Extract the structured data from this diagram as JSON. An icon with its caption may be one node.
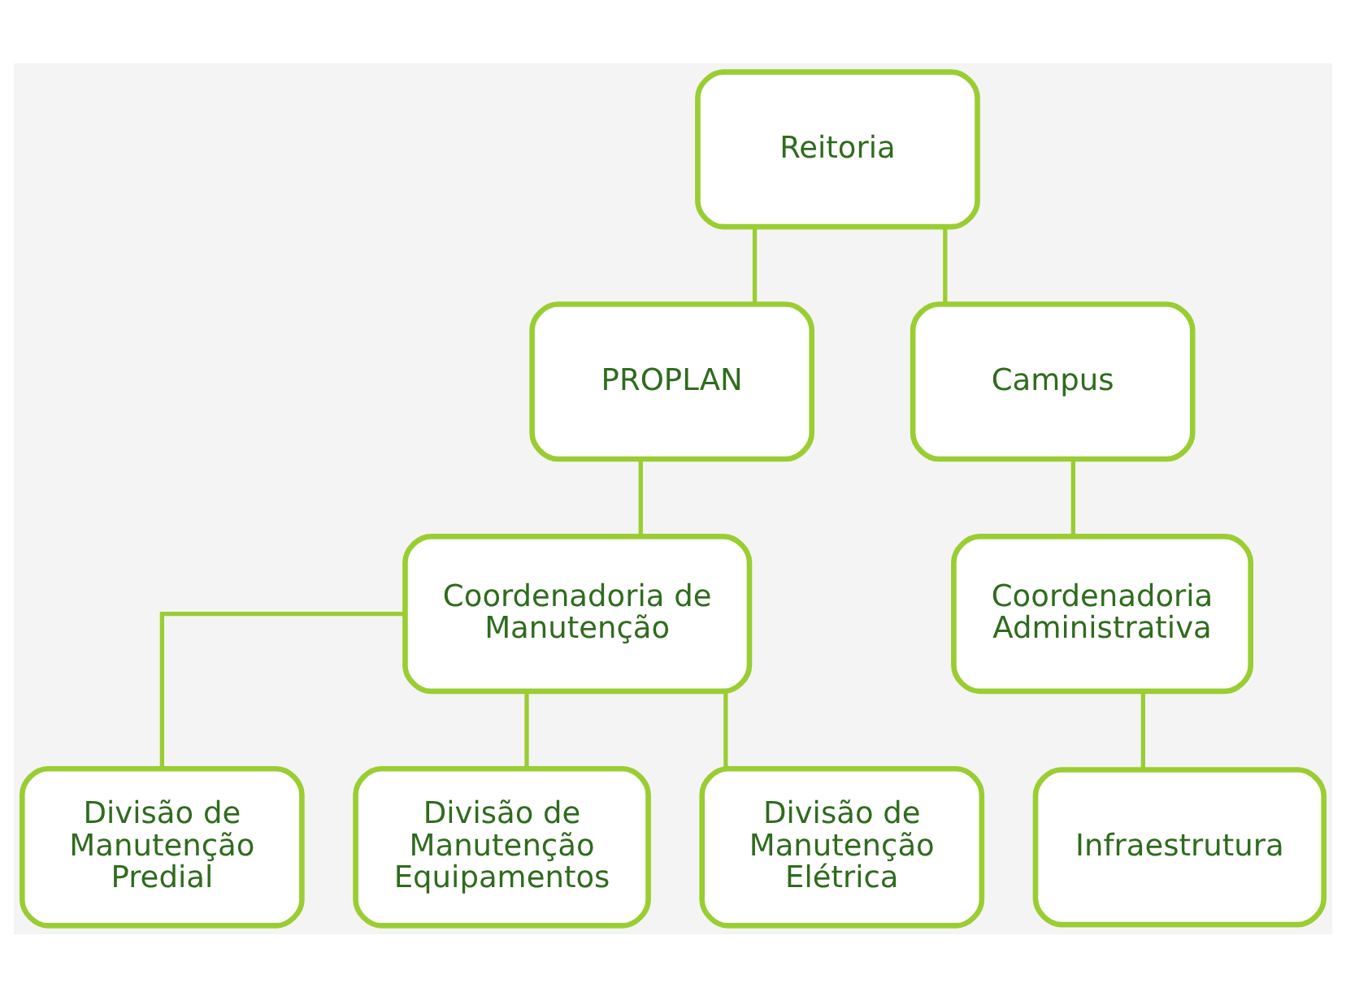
{
  "diagram": {
    "nodes": [
      {
        "text": [
          "Reitoria"
        ]
      },
      {
        "text": [
          "PROPLAN"
        ]
      },
      {
        "text": [
          "Campus"
        ]
      },
      {
        "text": [
          "Coordenadoria de Manutenção"
        ]
      },
      {
        "text": [
          "Coordenadoria Administrativa"
        ]
      },
      {
        "text": [
          "Divisão de Manutenção Predial"
        ]
      },
      {
        "text": [
          "Divisão de Manutenção Equipamentos"
        ]
      },
      {
        "text": [
          "Divisão de Manutenção Elétrica"
        ]
      },
      {
        "text": [
          "Infraestrutura"
        ]
      }
    ],
    "edges": [
      {
        "from": 0,
        "to": 1,
        "arrow": "none"
      },
      {
        "from": 0,
        "to": 2,
        "arrow": "none"
      },
      {
        "from": 1,
        "to": 3,
        "arrow": "none"
      },
      {
        "from": 2,
        "to": 4,
        "arrow": "none"
      },
      {
        "from": 3,
        "to": 5,
        "arrow": "none"
      },
      {
        "from": 3,
        "to": 6,
        "arrow": "none"
      },
      {
        "from": 3,
        "to": 7,
        "arrow": "none"
      },
      {
        "from": 4,
        "to": 8,
        "arrow": "none"
      }
    ]
  }
}
